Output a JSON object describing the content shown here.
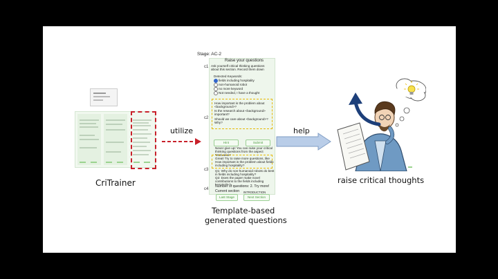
{
  "left": {
    "label": "CriTrainer",
    "arrow_label": "utilize"
  },
  "center": {
    "stage": "Stage: AC-2",
    "heading": "Raise your questions",
    "markers": [
      "c1",
      "c2",
      "c3",
      "c4"
    ],
    "intro": [
      "Ask yourself critical thinking questions",
      "about this section. Record them down"
    ],
    "detected_label": "Detected Keywords:",
    "keyword_options": [
      "fields including hospitality",
      "non-humanoid robot",
      "no more keyword",
      "Not needed, I have a thought"
    ],
    "questions_block": [
      "How important is the problem about",
      "<background>?",
      "Is the research about <background>",
      "important?",
      "Should we care about <background>?",
      "Why?"
    ],
    "hint_button": "Hint",
    "submit_button": "Submit",
    "feedback": [
      "Never give up! You can raise your critical",
      "thinking questions from the aspect",
      "'Motivation'"
    ],
    "suggestion": [
      "Great! Try to raise more questions, like",
      "How important is the problem about fields",
      "including hospitality?"
    ],
    "followups": [
      "Q1: Why do non-humanoid robots do best",
      "in fields including hospitality?",
      "Q2: Does the paper make novel",
      "contributions to the fields including",
      "hospitality?"
    ],
    "num_questions": "Number of questions: 2. Try more!",
    "current_section_label": "Current section",
    "current_section_value": "INTRODUCTION",
    "last_stage_button": "Last Stage",
    "next_section_button": "Next Section",
    "caption_line1": "Template-based",
    "caption_line2": "generated questions"
  },
  "right": {
    "arrow_label": "help",
    "caption": "raise critical thoughts"
  },
  "colors": {
    "red_dash": "#c8202a",
    "yellow_dash": "#e6b800",
    "arrow_blue": "#b9cde8",
    "green": "#4a9a3e"
  }
}
